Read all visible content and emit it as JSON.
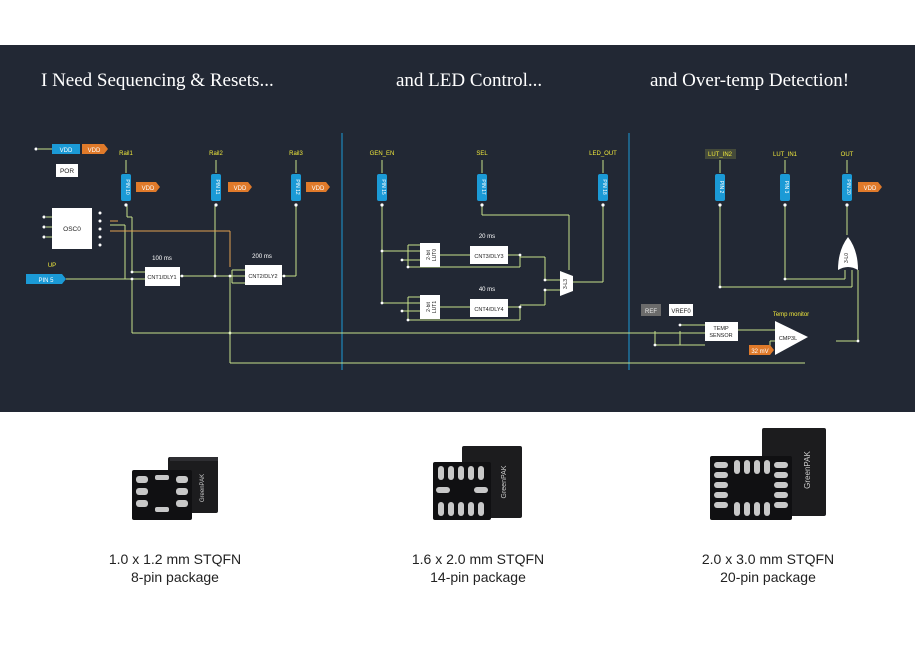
{
  "headings": {
    "sequencing": "I Need Sequencing & Resets...",
    "led": "and LED Control...",
    "overtemp": "and Over-temp Detection!"
  },
  "schematic": {
    "vdd_block": "VDD",
    "vdd_label": "VDD",
    "por": "POR",
    "osc": "OSC0",
    "up_label": "UP",
    "pin_up": "PIN 5",
    "rail1": "Rail1",
    "rail2": "Rail2",
    "rail3": "Rail3",
    "pin_rail1": "PIN 10",
    "pin_rail2": "PIN 11",
    "pin_rail3": "PIN 12",
    "vdd_tag": "VDD",
    "delay1": "100 ms",
    "delay2": "200 ms",
    "cnt1": "CNT1/DLY1",
    "cnt2": "CNT2/DLY2",
    "gen_en": "GEN_EN",
    "sel": "SEL",
    "led_out": "LED_OUT",
    "pin_gen_en": "PIN 15",
    "pin_sel": "PIN 17",
    "pin_led_out": "PIN 18",
    "lut_top_1": "2-bit",
    "lut_top_2": "LUT0",
    "lut_bot_1": "2-bit",
    "lut_bot_2": "LUT1",
    "delay3": "20 ms",
    "delay4": "40 ms",
    "cnt3": "CNT3/DLY3",
    "cnt4": "CNT4/DLY4",
    "mux": "3-L3",
    "lut_in2": "LUT_IN2",
    "lut_in1": "LUT_IN1",
    "out": "OUT",
    "pin_lut_in2": "PIN 2",
    "pin_lut_in1": "PIN 3",
    "pin_out": "PIN 20",
    "or_gate": "3-L0",
    "ref": "REF",
    "vref": "VREF0",
    "temp_1": "TEMP",
    "temp_2": "SENSOR",
    "temp_monitor": "Temp monitor",
    "cmp": "CMP3L",
    "mv": "32 mV"
  },
  "packages": [
    {
      "size": "1.0 x 1.2 mm STQFN",
      "pins": "8-pin package",
      "brand": "GreenPAK"
    },
    {
      "size": "1.6 x 2.0 mm STQFN",
      "pins": "14-pin package",
      "brand": "GreenPAK"
    },
    {
      "size": "2.0 x 3.0 mm STQFN",
      "pins": "20-pin package",
      "brand": "GreenPAK"
    }
  ],
  "colors": {
    "banner_bg": "#222834",
    "pin_blue": "#1b9ad6",
    "vdd_orange": "#e07a2a",
    "wire_green": "#c6e08a",
    "wire_orange": "#e0a050",
    "divider_blue": "#1c9ad6",
    "label_yellow": "#f2ea3c"
  }
}
